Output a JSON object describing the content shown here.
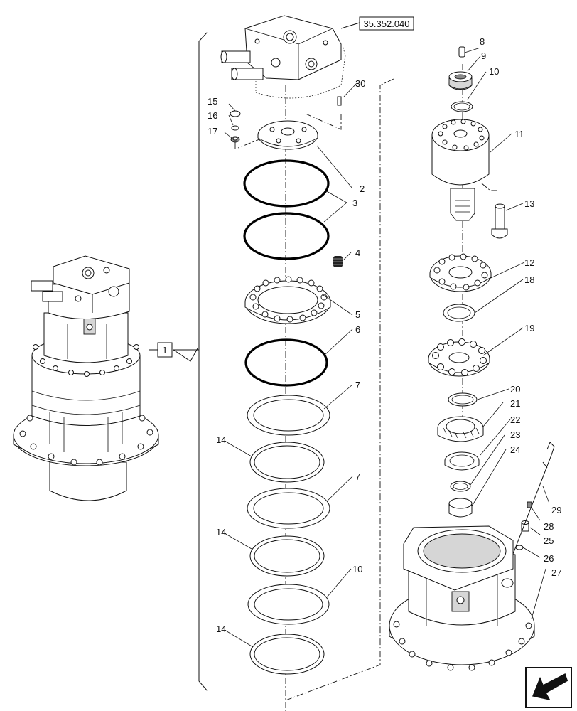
{
  "reference_box": "35.352.040",
  "assembly_ref": "1",
  "callouts": [
    "1",
    "2",
    "3",
    "4",
    "5",
    "6",
    "7",
    "7",
    "8",
    "9",
    "10",
    "10",
    "11",
    "12",
    "13",
    "14",
    "14",
    "14",
    "15",
    "16",
    "17",
    "18",
    "19",
    "20",
    "21",
    "22",
    "23",
    "24",
    "25",
    "26",
    "27",
    "28",
    "29",
    "30"
  ],
  "icons": {
    "nav": "arrow-down-left-icon"
  }
}
